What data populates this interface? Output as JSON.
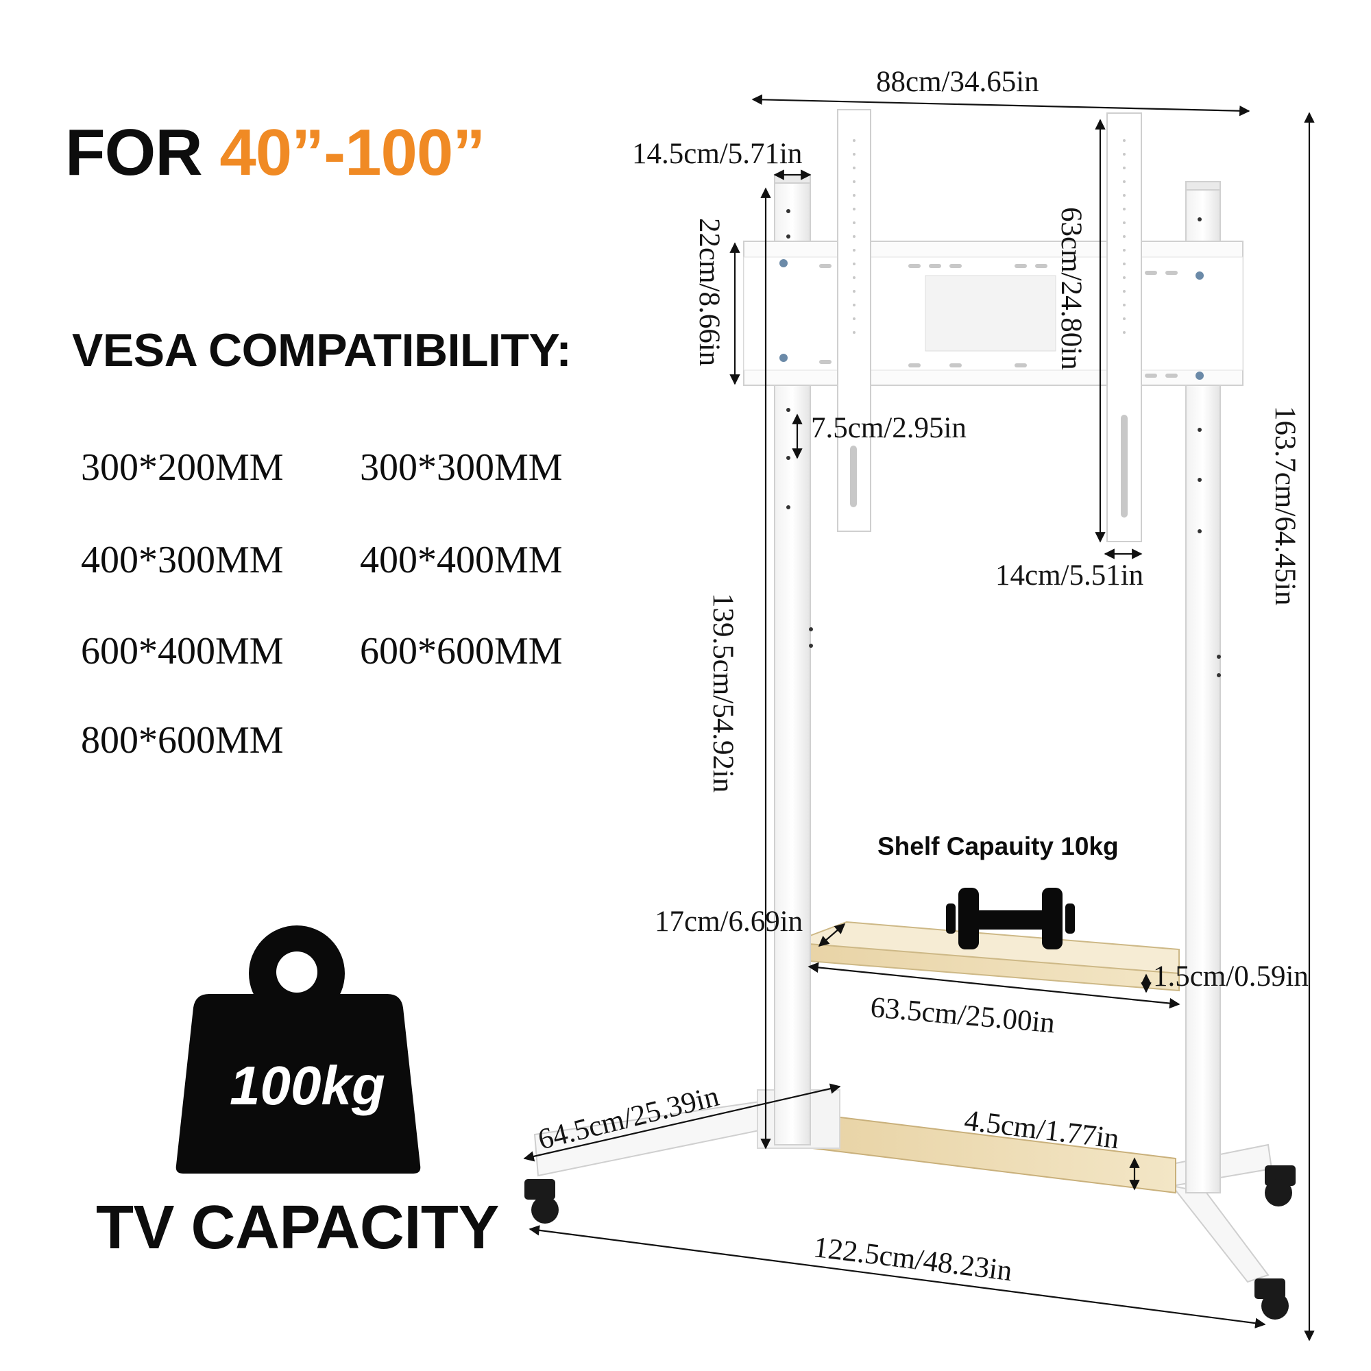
{
  "header": {
    "prefix": "FOR",
    "range": "40”-100”",
    "range_color": "#f08a24"
  },
  "vesa": {
    "title": "VESA COMPATIBILITY:",
    "sizes": [
      "300*200MM",
      "300*300MM",
      "400*300MM",
      "400*400MM",
      "600*400MM",
      "600*600MM",
      "800*600MM"
    ]
  },
  "capacity": {
    "weight": "100kg",
    "label": "TV CAPACITY",
    "icon": "weight-icon"
  },
  "shelf": {
    "capacity": "Shelf Capauity 10kg",
    "icon": "dumbbell-icon",
    "wood_color": "#efe1bf"
  },
  "dimensions": {
    "overall_width": "88cm/34.65in",
    "post_width": "14.5cm/5.71in",
    "bracket_height": "22cm/8.66in",
    "mount_arm_height": "63cm/24.80in",
    "hole_spacing": "7.5cm/2.95in",
    "arm_width": "14cm/5.51in",
    "overall_height": "163.7cm/64.45in",
    "post_height": "139.5cm/54.92in",
    "shelf_depth": "17cm/6.69in",
    "shelf_width": "63.5cm/25.00in",
    "shelf_thickness": "1.5cm/0.59in",
    "base_depth": "64.5cm/25.39in",
    "beam_height": "4.5cm/1.77in",
    "base_width": "122.5cm/48.23in"
  }
}
